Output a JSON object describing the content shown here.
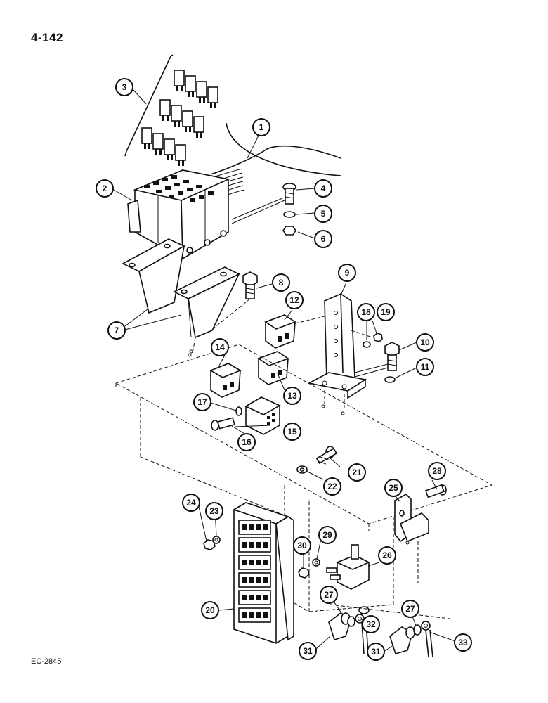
{
  "page_number": "4-142",
  "figure_code": "EC-2845",
  "callouts": [
    "1",
    "2",
    "3",
    "4",
    "5",
    "6",
    "7",
    "8",
    "9",
    "10",
    "11",
    "12",
    "13",
    "14",
    "15",
    "16",
    "17",
    "18",
    "19",
    "20",
    "21",
    "22",
    "23",
    "24",
    "25",
    "26",
    "27",
    "28",
    "29",
    "30",
    "31",
    "32",
    "33"
  ],
  "duplicate_callouts": {
    "27": "27",
    "31": "31"
  }
}
